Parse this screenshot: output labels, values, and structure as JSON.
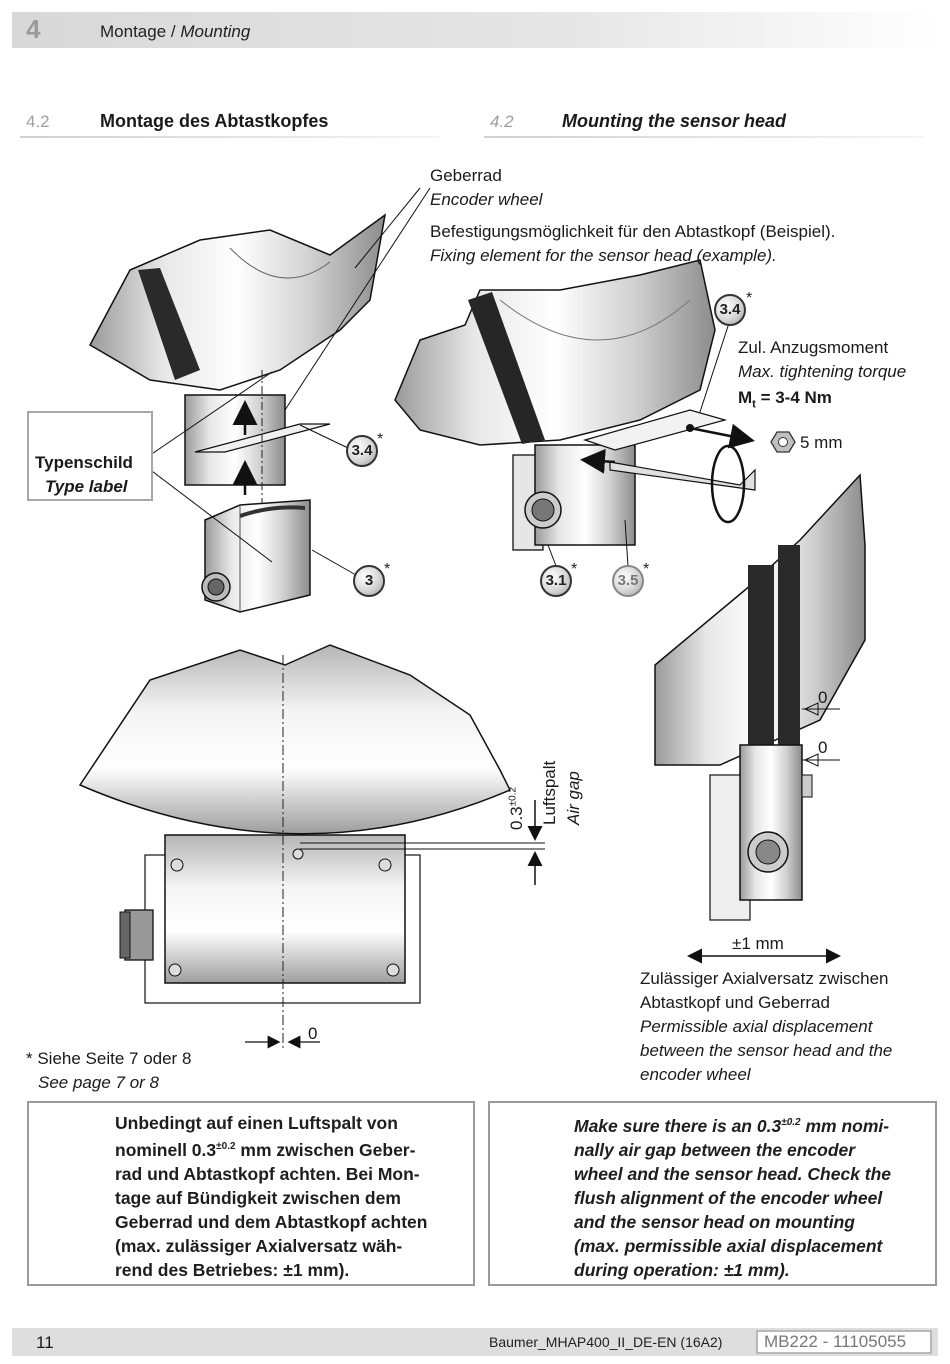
{
  "header": {
    "chapter_number": "4",
    "chapter_title_de": "Montage",
    "chapter_sep": " / ",
    "chapter_title_en": "Mounting"
  },
  "sections": {
    "left": {
      "number": "4.2",
      "title": "Montage des Abtastkopfes"
    },
    "right": {
      "number": "4.2",
      "title": "Mounting the sensor head"
    }
  },
  "labels": {
    "encoder_wheel_de": "Geberrad",
    "encoder_wheel_en": "Encoder wheel",
    "fixing_de": "Befestigungsmöglichkeit für den Abtastkopf (Beispiel).",
    "fixing_en": "Fixing element for the sensor head (example).",
    "type_label_de": "Typenschild",
    "type_label_en": "Type label",
    "torque_de": "Zul. Anzugsmoment",
    "torque_en": "Max. tightening torque",
    "torque_symbol": "M",
    "torque_subscript": "t",
    "torque_value": "= 3-4 Nm",
    "hex_size": "5 mm",
    "air_gap_value": "0.3",
    "air_gap_tol": "±0.2",
    "air_gap_de": "Luftspalt",
    "air_gap_en": "Air gap",
    "zero_a": "0",
    "zero_b": "0",
    "zero_c": "0",
    "axial_tol": "±1 mm",
    "axial_de_1": "Zulässiger Axialversatz zwischen",
    "axial_de_2": "Abtastkopf und Geberrad",
    "axial_en_1": "Permissible axial displacement",
    "axial_en_2": "between the sensor head and the",
    "axial_en_3": "encoder wheel",
    "footnote_de": "* Siehe Seite 7 oder 8",
    "footnote_en": "See page 7 or 8"
  },
  "callouts": [
    {
      "id": "3.4",
      "star": "*"
    },
    {
      "id": "3",
      "star": "*"
    },
    {
      "id": "3.4",
      "star": "*"
    },
    {
      "id": "3.1",
      "star": "*"
    },
    {
      "id": "3.5",
      "star": "*"
    }
  ],
  "notes": {
    "de": {
      "l1": "Unbedingt auf einen Luftspalt von",
      "l2a": "nominell 0.3",
      "l2sup": "±0.2",
      "l2b": " mm zwischen Geber-",
      "l3": "rad und Abtastkopf achten. Bei Mon-",
      "l4": "tage auf Bündigkeit zwischen dem",
      "l5": "Geberrad und dem Abtastkopf achten",
      "l6": "(max. zulässiger Axialversatz wäh-",
      "l7": "rend des Betriebes: ±1 mm)."
    },
    "en": {
      "l1a": "Make sure there is an 0.3",
      "l1sup": "±0.2",
      "l1b": " mm nomi-",
      "l2": "nally air gap between the encoder",
      "l3": "wheel and the sensor head. Check the",
      "l4": "flush alignment of the encoder wheel",
      "l5": "and the sensor head on mounting",
      "l6": "(max. permissible axial displacement",
      "l7": "during operation: ±1 mm)."
    }
  },
  "footer": {
    "page_number": "11",
    "doc_name": "Baumer_MHAP400_II_DE-EN  (16A2)",
    "doc_id": "MB222 - 11105055"
  }
}
